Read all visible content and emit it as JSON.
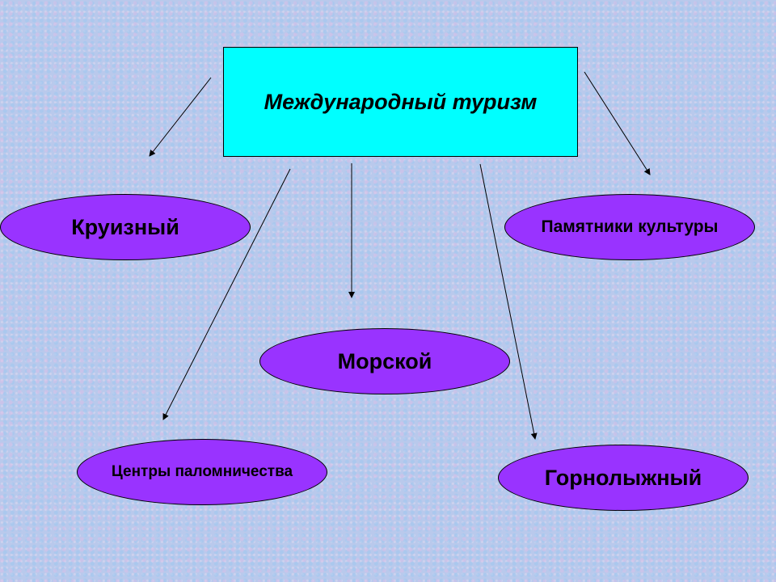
{
  "title": "Международный туризм",
  "nodes": {
    "cruise": "Круизный",
    "monuments": "Памятники культуры",
    "sea": "Морской",
    "pilgrimage": "Центры паломничества",
    "ski": "Горнолыжный"
  },
  "colors": {
    "box": "#00ffff",
    "ellipse": "#9933ff"
  }
}
